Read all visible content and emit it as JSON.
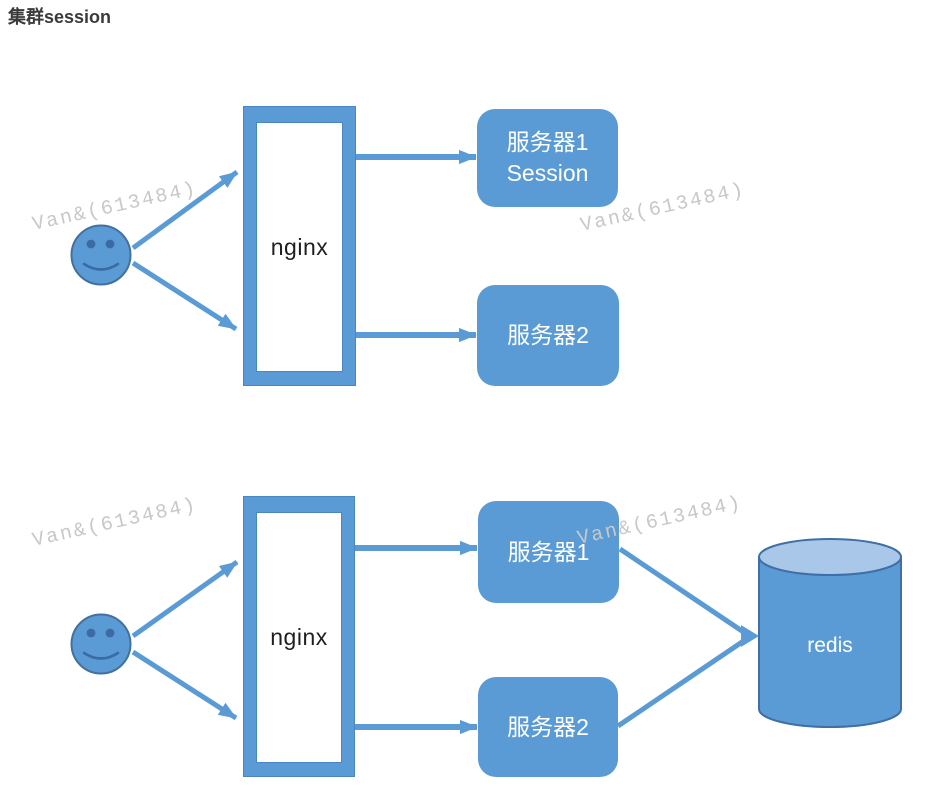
{
  "title": "集群session",
  "watermark_text": "Van&(613484)",
  "colors": {
    "shape_blue": "#5b9bd5",
    "shape_outline": "#41719c",
    "cylinder_top": "#a9c7e9",
    "watermark_gray": "#c8c8c8",
    "title_text": "#3b3b3b",
    "box_text": "#ffffff",
    "nginx_text": "#1f1f1f"
  },
  "top_diagram": {
    "user_icon": "smiley-user",
    "nginx_label": "nginx",
    "server1_title": "服务器1",
    "server1_subtitle": "Session",
    "server2_title": "服务器2"
  },
  "bottom_diagram": {
    "user_icon": "smiley-user",
    "nginx_label": "nginx",
    "server1_title": "服务器1",
    "server2_title": "服务器2",
    "redis_label": "redis"
  }
}
